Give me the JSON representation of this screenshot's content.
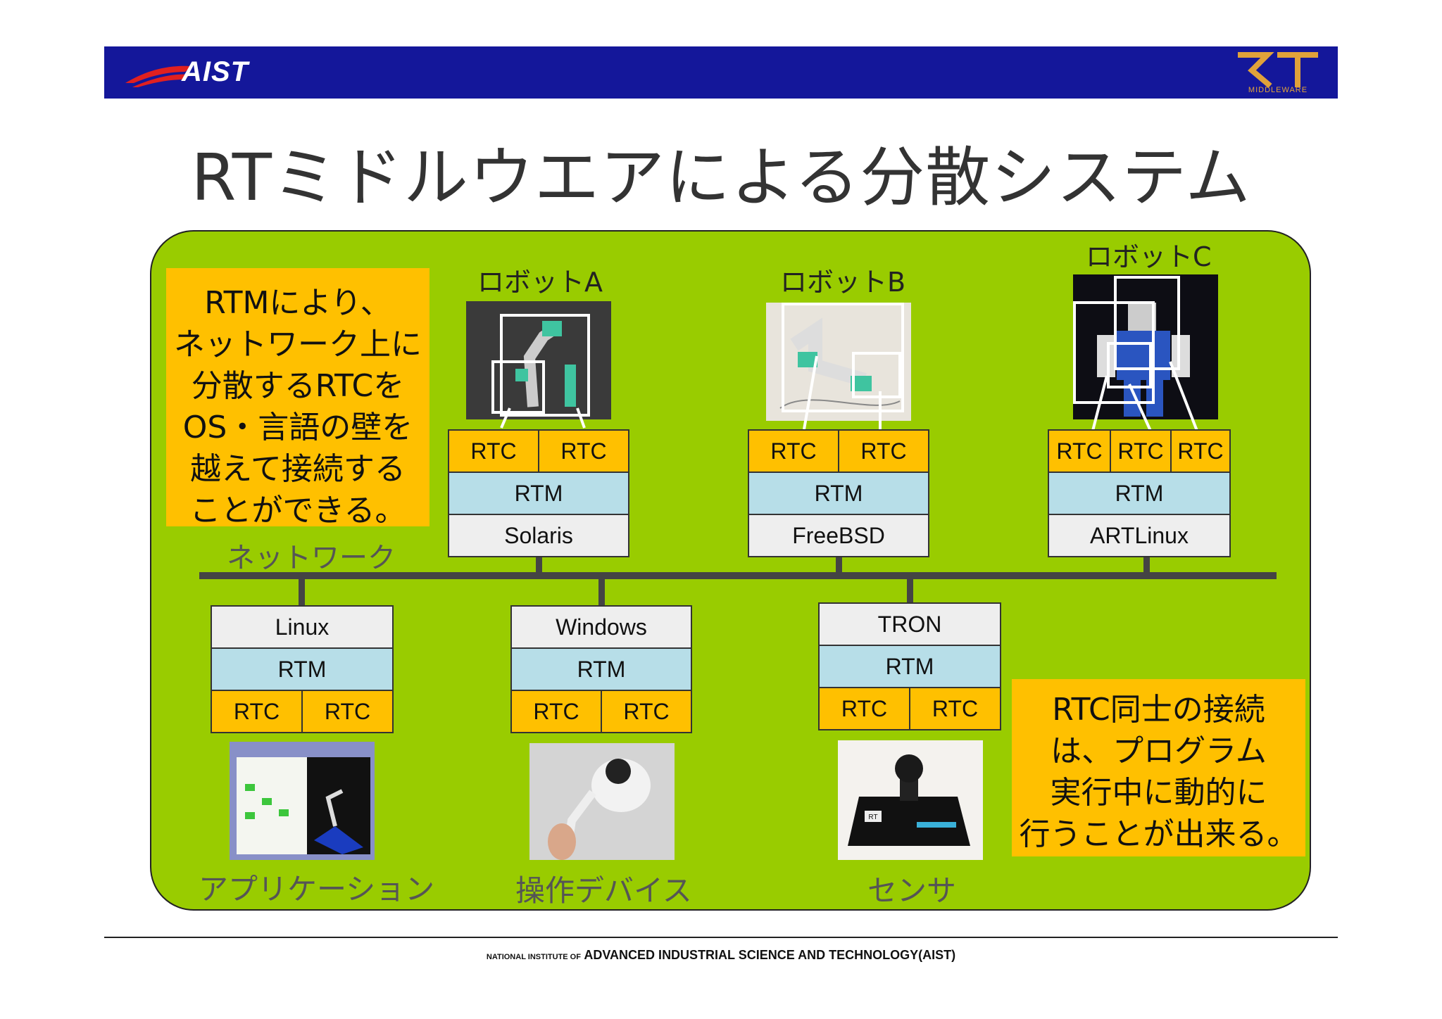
{
  "header": {
    "left_logo_text": "AIST",
    "right_logo_text": "RT",
    "right_logo_subtext": "MIDDLEWARE",
    "bar_color": "#14179a"
  },
  "title": "RTミドルウエアによる分散システム",
  "notes": {
    "rtm": [
      "RTMにより、",
      "ネットワーク上に",
      "分散するRTCを",
      "OS・言語の壁を",
      "越えて接続する",
      "ことができる。"
    ],
    "rtc": [
      "RTC同士の接続",
      "は、プログラム",
      "実行中に動的に",
      "行うことが出来る。"
    ]
  },
  "network_label": "ネットワーク",
  "robots": [
    {
      "label": "ロボットA",
      "rtcs": [
        "RTC",
        "RTC"
      ],
      "rtm": "RTM",
      "os": "Solaris"
    },
    {
      "label": "ロボットB",
      "rtcs": [
        "RTC",
        "RTC"
      ],
      "rtm": "RTM",
      "os": "FreeBSD"
    },
    {
      "label": "ロボットC",
      "rtcs": [
        "RTC",
        "RTC",
        "RTC"
      ],
      "rtm": "RTM",
      "os": "ARTLinux"
    }
  ],
  "nodes": [
    {
      "os": "Linux",
      "rtm": "RTM",
      "rtcs": [
        "RTC",
        "RTC"
      ],
      "label": "アプリケーション"
    },
    {
      "os": "Windows",
      "rtm": "RTM",
      "rtcs": [
        "RTC",
        "RTC"
      ],
      "label": "操作デバイス"
    },
    {
      "os": "TRON",
      "rtm": "RTM",
      "rtcs": [
        "RTC",
        "RTC"
      ],
      "label": "センサ"
    }
  ],
  "photo_text": {
    "sensor_logo": "RT"
  },
  "colors": {
    "panel": "#99cc00",
    "rtc": "#ffc000",
    "rtm": "#b7dee8",
    "os": "#eeeeee",
    "note": "#ffc000"
  },
  "footer": {
    "prefix": "NATIONAL INSTITUTE OF",
    "main": "ADVANCED INDUSTRIAL SCIENCE AND TECHNOLOGY",
    "suffix": "(AIST)"
  }
}
